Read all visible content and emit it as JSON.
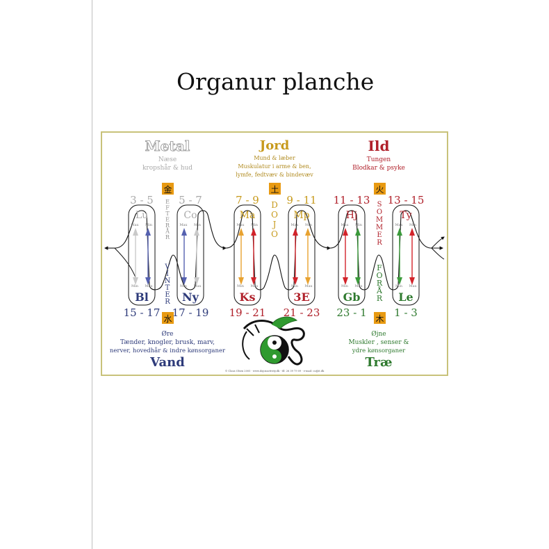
{
  "page": {
    "title": "Organur planche"
  },
  "colors": {
    "metal": "#a9a9a9",
    "jord": "#c79a1c",
    "ild": "#b0202a",
    "vand": "#2e3b7a",
    "trae": "#2f7a2f",
    "frame": "#c8c27a",
    "sign_bg": "#e89a12",
    "up_arrow": "#5561b0",
    "red": "#d2232a",
    "green": "#3a9a3a",
    "orange": "#e8a230"
  },
  "elements": {
    "metal": {
      "name": "Metal",
      "line1": "Næse",
      "line2": "kropshår & hud",
      "glyph": "金"
    },
    "jord": {
      "name": "Jord",
      "line1": "Mund & læber",
      "line2": "Muskulatur i arme & ben,",
      "line3": "lymfe, fedtvæv & bindevæv",
      "glyph": "土"
    },
    "ild": {
      "name": "Ild",
      "line1": "Tungen",
      "line2": "Blodkar & psyke",
      "glyph": "火"
    },
    "vand": {
      "name": "Vand",
      "line1": "Øre",
      "line2": "Tænder, knogler, brusk, marv,",
      "line3": "nerver, hovedhår & indre kønsorganer",
      "glyph": "水"
    },
    "trae": {
      "name": "Træ",
      "line1": "Øjne",
      "line2": "Muskler , senser &",
      "line3": "ydre kønsorganer",
      "glyph": "木"
    }
  },
  "seasons": {
    "efteraar": [
      "E",
      "F",
      "T",
      "E",
      "R",
      "Å",
      "R"
    ],
    "dojo": [
      "D",
      "O",
      "J",
      "O"
    ],
    "sommer": [
      "S",
      "O",
      "M",
      "M",
      "E",
      "R"
    ],
    "vinter": [
      "V",
      "I",
      "N",
      "T",
      "E",
      "R"
    ],
    "foraar": [
      "F",
      "O",
      "R",
      "Å",
      "R"
    ]
  },
  "loops": [
    {
      "top": "Lu",
      "bottom": "Bl",
      "top_time": "3 - 5",
      "bottom_time": "15 - 17",
      "top_color": "metal",
      "bottom_color": "vand"
    },
    {
      "top": "Co",
      "bottom": "Ny",
      "top_time": "5 - 7",
      "bottom_time": "17 - 19",
      "top_color": "metal",
      "bottom_color": "vand"
    },
    {
      "top": "Ma",
      "bottom": "Ks",
      "top_time": "7 - 9",
      "bottom_time": "19 - 21",
      "top_color": "jord",
      "bottom_color": "ild"
    },
    {
      "top": "Mp",
      "bottom": "3E",
      "top_time": "9 - 11",
      "bottom_time": "21 - 23",
      "top_color": "jord",
      "bottom_color": "ild"
    },
    {
      "top": "Hj",
      "bottom": "Gb",
      "top_time": "11 - 13",
      "bottom_time": "23 - 1",
      "top_color": "ild",
      "bottom_color": "trae"
    },
    {
      "top": "Ty",
      "bottom": "Le",
      "top_time": "13 - 15",
      "bottom_time": "1 - 3",
      "top_color": "ild",
      "bottom_color": "trae"
    }
  ],
  "labels": {
    "max": "Max",
    "min": "Min"
  },
  "footer": "© Claus Olsen 2005 · www.dojoxactivity.dk · tlf. 26 39 79 09 · e-mail: co@it.dk"
}
